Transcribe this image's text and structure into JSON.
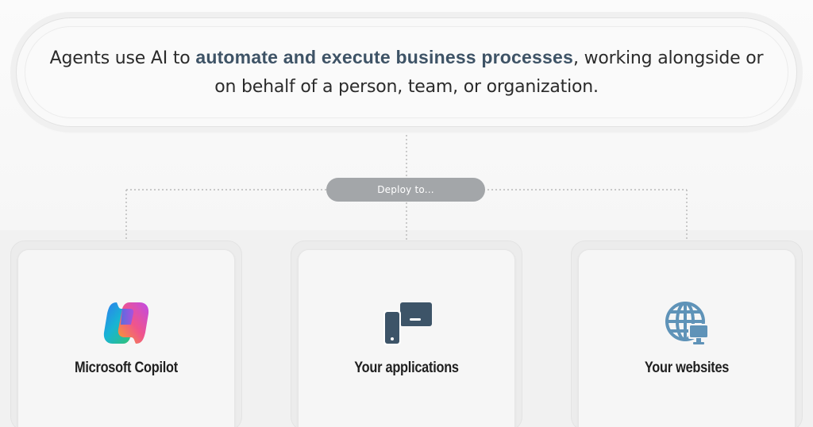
{
  "banner": {
    "text_before": "Agents use AI to ",
    "highlight": "automate and execute business processes",
    "text_after": ", working alongside or on behalf of a person, team, or organization."
  },
  "deploy": {
    "label": "Deploy to..."
  },
  "targets": [
    {
      "label": "Microsoft Copilot",
      "icon": "copilot-logo-icon"
    },
    {
      "label": "Your applications",
      "icon": "devices-icon"
    },
    {
      "label": "Your websites",
      "icon": "globe-monitor-icon"
    }
  ],
  "colors": {
    "highlight": "#3e5366",
    "icon_dark": "#3d5468",
    "icon_blue": "#5f93b8",
    "deploy_pill": "#a3a6a9",
    "connector": "#b8b8b8"
  }
}
